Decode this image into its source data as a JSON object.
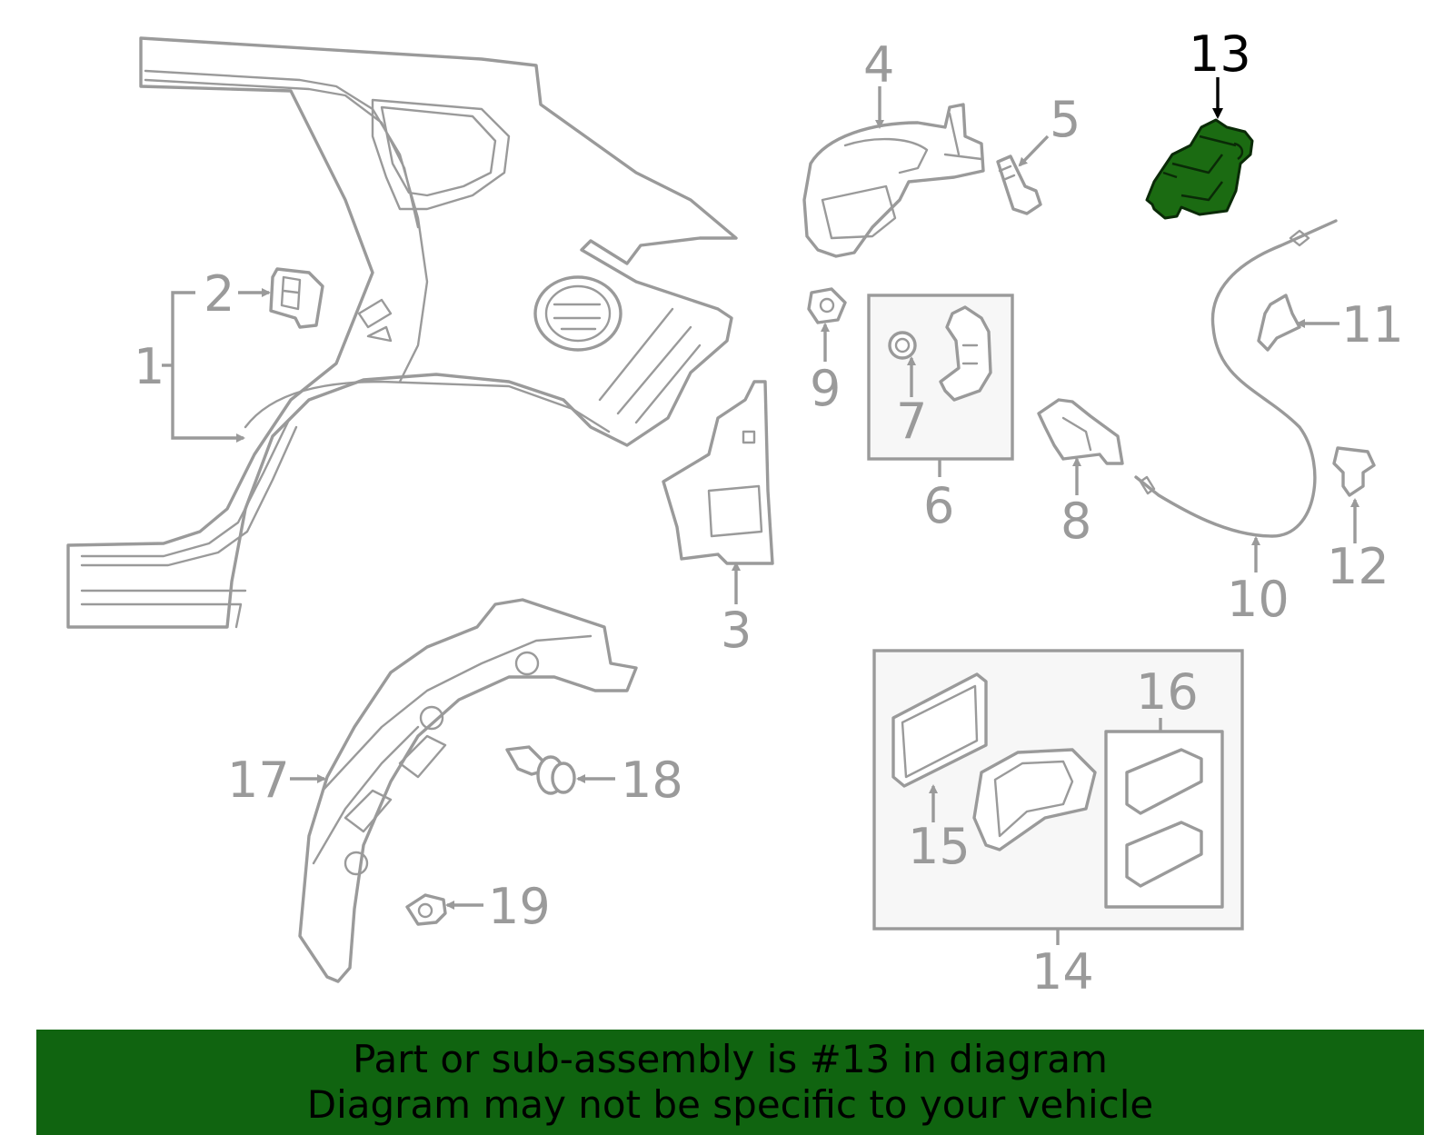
{
  "diagram": {
    "callouts": {
      "c1": "1",
      "c2": "2",
      "c3": "3",
      "c4": "4",
      "c5": "5",
      "c6": "6",
      "c7": "7",
      "c8": "8",
      "c9": "9",
      "c10": "10",
      "c11": "11",
      "c12": "12",
      "c13": "13",
      "c14": "14",
      "c15": "15",
      "c16": "16",
      "c17": "17",
      "c18": "18",
      "c19": "19"
    },
    "highlighted_callout": "13",
    "colors": {
      "line": "#9a9a9a",
      "highlight_fill": "#1b6b12",
      "banner_bg": "#106410"
    }
  },
  "banner": {
    "line1": "Part or sub-assembly is #13 in diagram",
    "line2": "Diagram may not be specific to your vehicle"
  }
}
